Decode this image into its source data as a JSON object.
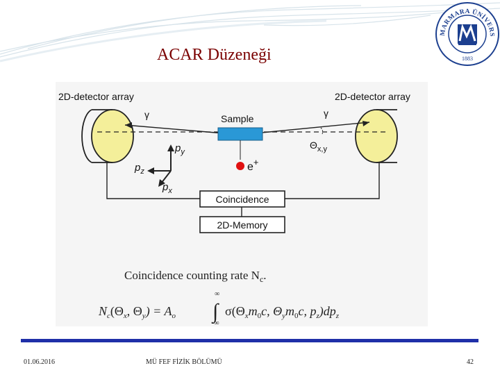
{
  "slide": {
    "title": "ACAR Düzeneği",
    "footer_date": "01.06.2016",
    "footer_center": "MÜ FEF FİZİK BÖLÜMÜ",
    "page_number": "42"
  },
  "logo": {
    "top_text": "MARMARA ÜNİVERSİTESİ",
    "year": "1883",
    "color": "#1c3f8f"
  },
  "diagram": {
    "left_detector": "2D-detector array",
    "right_detector": "2D-detector array",
    "sample": "Sample",
    "gamma_left": "γ",
    "gamma_right": "γ",
    "theta": "Θ",
    "theta_sub": "x,y",
    "positron": "e",
    "positron_sup": "+",
    "py": "p",
    "py_sub": "y",
    "pz": "p",
    "pz_sub": "z",
    "px": "p",
    "px_sub": "x",
    "coincidence": "Coincidence",
    "memory": "2D-Memory",
    "rate_text": "Coincidence counting rate N",
    "rate_sub": "c",
    "rate_end": ".",
    "formula": {
      "lhs": "N",
      "lhs_sub": "c",
      "args": "(Θ",
      "x": "x",
      "comma": ", Θ",
      "y": "y",
      "eq": ") = A",
      "A_sub": "o",
      "upper": "∞",
      "lower": "-∞",
      "integral": "∫",
      "sigma": "σ(Θ",
      "sx": "x",
      "m0c": "m",
      "m0sub": "0",
      "c1": "c, Θ",
      "sy": "y",
      "m0c2": "m",
      "m0sub2": "0",
      "c2": "c, p",
      "pzsub": "z",
      "end": ")dp",
      "dpsub": "z"
    }
  },
  "colors": {
    "accent_blue": "#1f2fa8",
    "title_red": "#7a0000",
    "detector_fill": "#f4ef9a",
    "sample_fill": "#2a98d6",
    "positron": "#e01010"
  }
}
